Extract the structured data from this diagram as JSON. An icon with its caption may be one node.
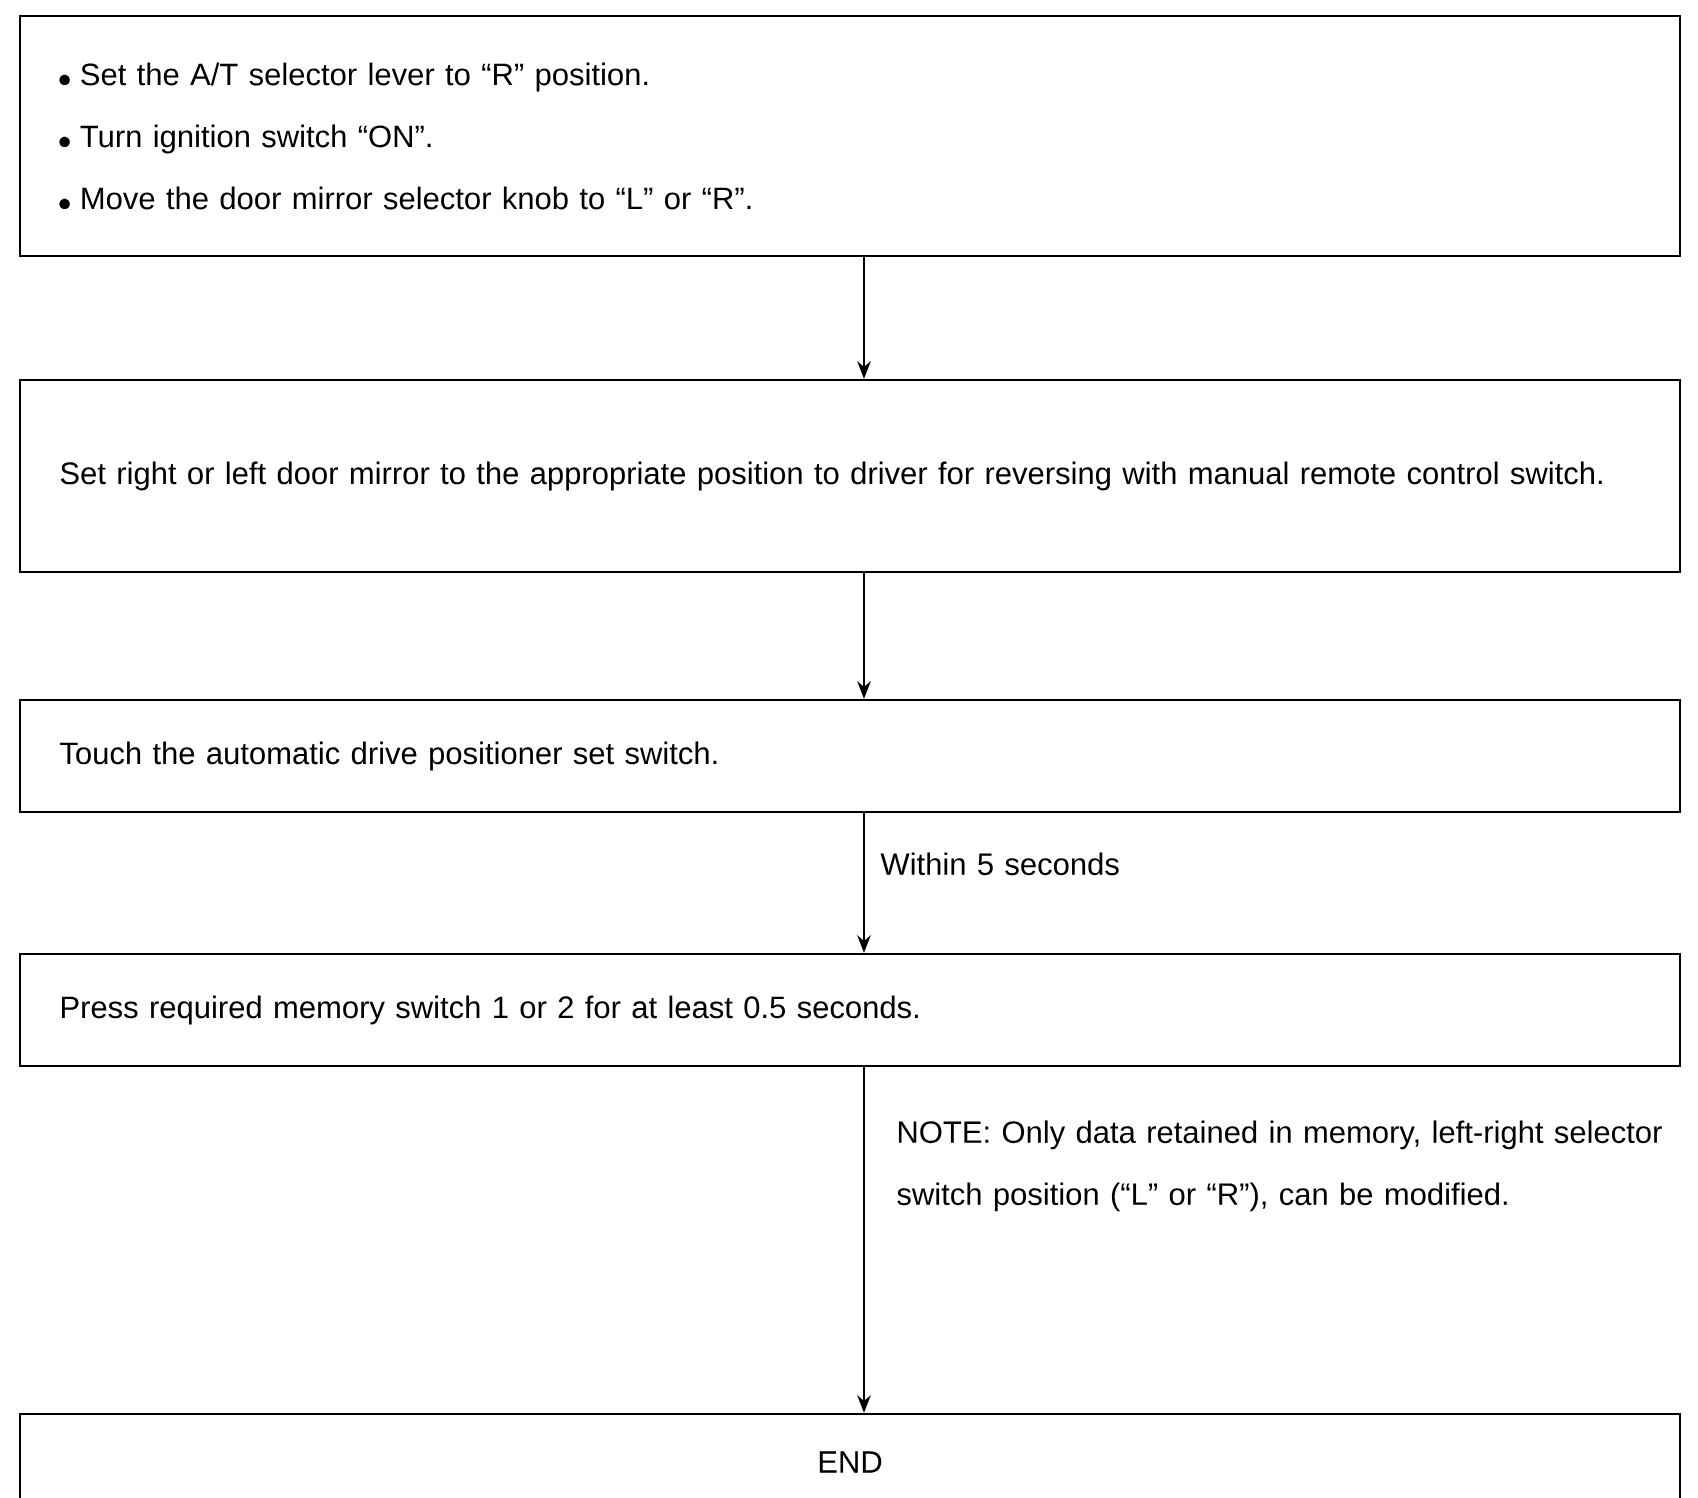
{
  "diagram": {
    "nodes": [
      {
        "text": [
          "Set the A/T selector lever to “R” position.",
          "Turn ignition switch “ON”.",
          "Move the door mirror selector knob to “L” or “R”."
        ]
      },
      {
        "text": [
          "Set right or left door mirror to the appropriate position to driver for reversing with manual remote control switch."
        ]
      },
      {
        "text": [
          "Touch the automatic drive positioner set switch."
        ]
      },
      {
        "text": [
          "Press required memory switch 1 or 2 for at least 0.5 seconds."
        ]
      },
      {
        "text": [
          "END"
        ]
      }
    ],
    "edges": [
      {
        "from": 0,
        "to": 1,
        "arrow": "to"
      },
      {
        "from": 1,
        "to": 2,
        "arrow": "to"
      },
      {
        "from": 2,
        "to": 3,
        "arrow": "to",
        "label": "Within 5 seconds"
      },
      {
        "from": 3,
        "to": 4,
        "arrow": "to",
        "label": "NOTE: Only data retained in memory, left-right selector switch position (“L” or “R”), can be modified."
      }
    ]
  }
}
